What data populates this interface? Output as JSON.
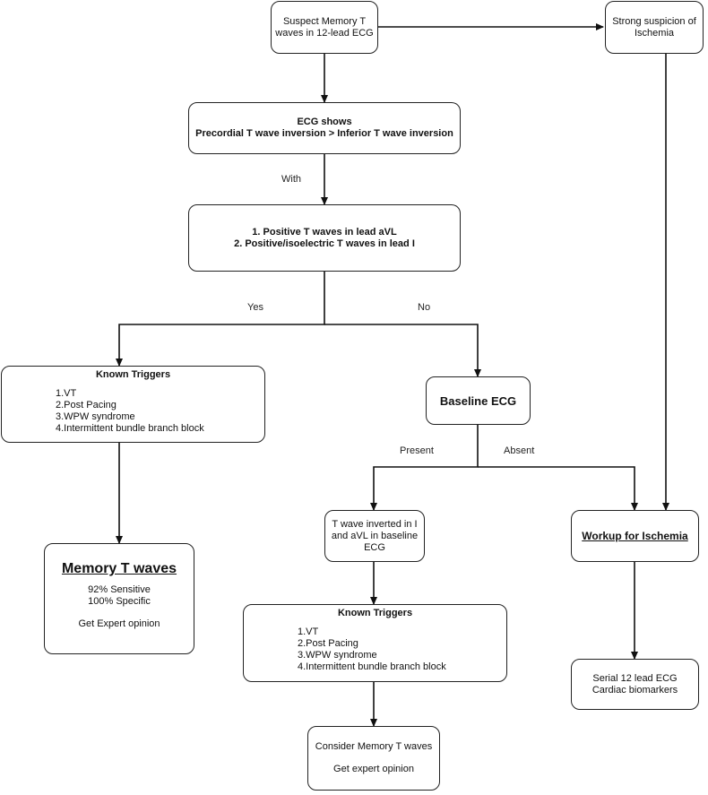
{
  "nodes": {
    "suspect": "Suspect Memory T waves in 12-lead ECG",
    "ischemia_suspicion": "Strong suspicion of Ischemia",
    "ecg_shows": {
      "title": "ECG shows",
      "detail": "Precordial T wave inversion > Inferior T wave inversion"
    },
    "criteria": {
      "line1": "1. Positive T waves in lead aVL",
      "line2": "2. Positive/isoelectric T waves in lead I"
    },
    "known_triggers_left": {
      "title": "Known Triggers",
      "items": [
        "1.VT",
        "2.Post Pacing",
        "3.WPW syndrome",
        "4.Intermittent bundle branch block"
      ]
    },
    "baseline_ecg": "Baseline ECG",
    "memory_t_waves": {
      "title": "Memory T waves",
      "sensitivity": "92% Sensitive",
      "specificity": "100% Specific",
      "advice": "Get Expert opinion"
    },
    "t_inverted": "T wave inverted in I and aVL in baseline ECG",
    "workup_ischemia": "Workup for Ischemia",
    "known_triggers_mid": {
      "title": "Known Triggers",
      "items": [
        "1.VT",
        "2.Post Pacing",
        "3.WPW syndrome",
        "4.Intermittent bundle branch block"
      ]
    },
    "serial_ecg": {
      "line1": "Serial 12 lead ECG",
      "line2": "Cardiac biomarkers"
    },
    "consider_memory": {
      "title": "Consider Memory T waves",
      "advice": "Get expert opinion"
    }
  },
  "edge_labels": {
    "with": "With",
    "yes": "Yes",
    "no": "No",
    "present": "Present",
    "absent": "Absent"
  }
}
